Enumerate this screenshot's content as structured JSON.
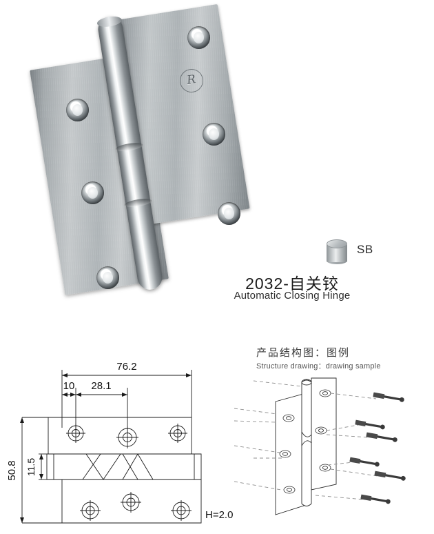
{
  "product": {
    "title_cn": "2032-自关铰",
    "title_en": "Automatic Closing Hinge",
    "finish_code": "SB",
    "finish_swatch_name": "finish-swatch-cylinder",
    "logo_glyph": "R"
  },
  "tech_drawing": {
    "dims": {
      "overall_length": "76.2",
      "edge_to_first_hole": "10",
      "hole_spacing": "28.1",
      "overall_height": "50.8",
      "knuckle_height": "11.5",
      "thickness_note": "H=2.0"
    },
    "units_note": ""
  },
  "structure_drawing": {
    "title_cn": "产品结构图：图例",
    "title_en": "Structure drawing：drawing sample",
    "screw_count": 6
  }
}
